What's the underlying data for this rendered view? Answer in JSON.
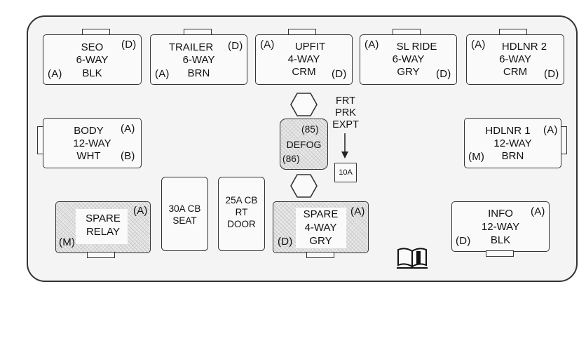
{
  "connectors": {
    "seo": {
      "code_top": "(D)",
      "line1": "SEO",
      "line2": "6-WAY",
      "code_bottom": "(A)",
      "line3": "BLK"
    },
    "trailer": {
      "line1": "TRAILER",
      "code_top": "(D)",
      "line2": "6-WAY",
      "code_bottom": "(A)",
      "line3": "BRN"
    },
    "upfit": {
      "code_top": "(A)",
      "line1": "UPFIT",
      "line2": "4-WAY",
      "line3": "CRM",
      "code_bottom": "(D)"
    },
    "slride": {
      "code_top": "(A)",
      "line1": "SL RIDE",
      "line2": "6-WAY",
      "line3": "GRY",
      "code_bottom": "(D)"
    },
    "hdlnr2": {
      "code_top": "(A)",
      "line1": "HDLNR 2",
      "line2": "6-WAY",
      "line3": "CRM",
      "code_bottom": "(D)"
    },
    "body": {
      "line1": "BODY",
      "code_top": "(A)",
      "line2": "12-WAY",
      "line3": "WHT",
      "code_bottom": "(B)"
    },
    "hdlnr1": {
      "line1": "HDLNR 1",
      "code_top": "(A)",
      "line2": "12-WAY",
      "code_bottom": "(M)",
      "line3": "BRN"
    },
    "spare_relay": {
      "line1": "SPARE",
      "code_top": "(A)",
      "line2": "RELAY",
      "code_bottom": "(M)"
    },
    "spare4": {
      "line1": "SPARE",
      "code_top": "(A)",
      "line2": "4-WAY",
      "code_bottom": "(D)",
      "line3": "GRY"
    },
    "info": {
      "line1": "INFO",
      "code_top": "(A)",
      "line2": "12-WAY",
      "code_bottom": "(D)",
      "line3": "BLK"
    }
  },
  "breakers": {
    "seat": {
      "line1": "30A CB",
      "line2": "SEAT"
    },
    "door": {
      "line1": "25A CB",
      "line2": "RT",
      "line3": "DOOR"
    }
  },
  "relay": {
    "pin_top": "(85)",
    "label": "DEFOG",
    "pin_bottom": "(86)"
  },
  "fuse": {
    "caption1": "FRT",
    "caption2": "PRK",
    "caption3": "EXPT",
    "rating": "10A"
  },
  "icons": {
    "manual": "book-icon",
    "nut": "hex-nut-icon"
  },
  "colors": {
    "outline": "#333333",
    "panel": "#f4f4f4",
    "hatch": "#c9c9c9"
  }
}
